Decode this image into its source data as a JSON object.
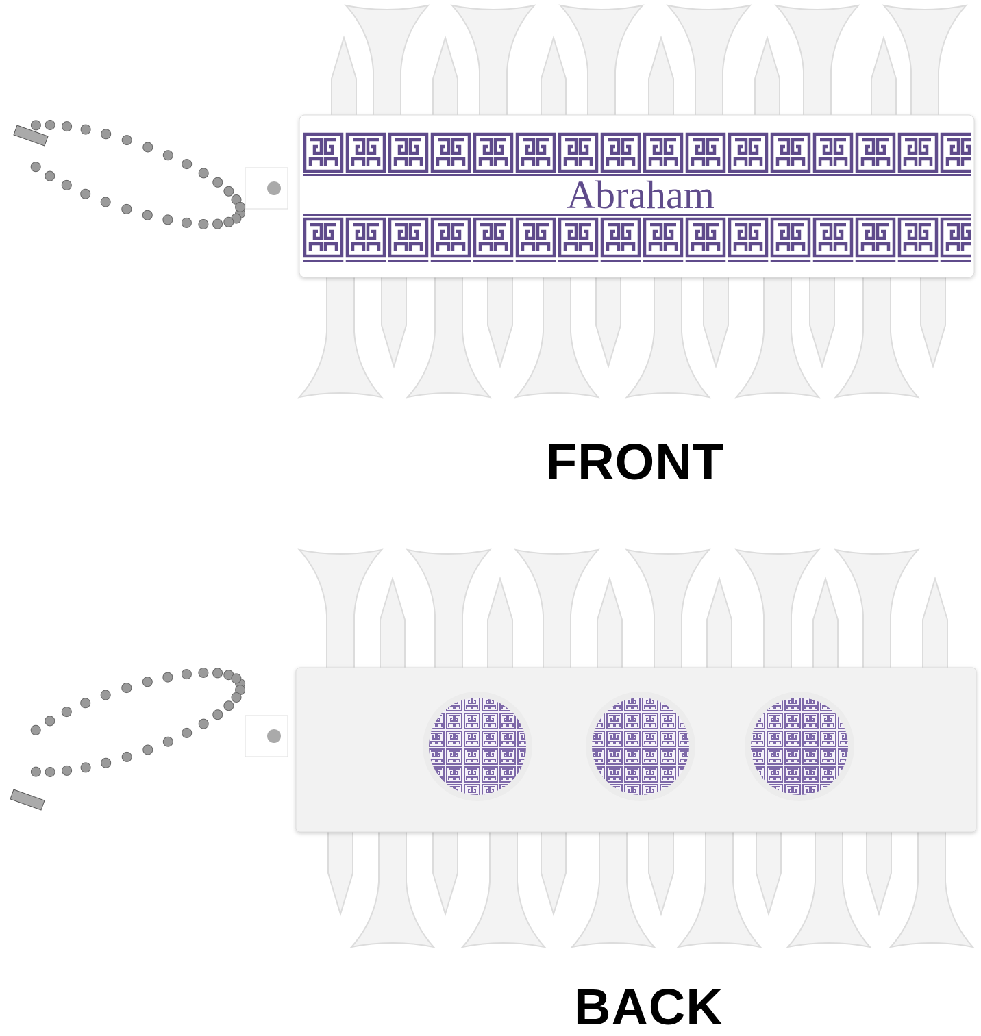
{
  "front": {
    "label": "FRONT",
    "name": "Abraham"
  },
  "back": {
    "label": "BACK"
  },
  "colors": {
    "purple": "#5f4b8b",
    "light_purple": "#7d68a8",
    "tee": "#f3f3f3",
    "tee_edge": "#dcdcdc",
    "chain": "#9a9a9a"
  }
}
